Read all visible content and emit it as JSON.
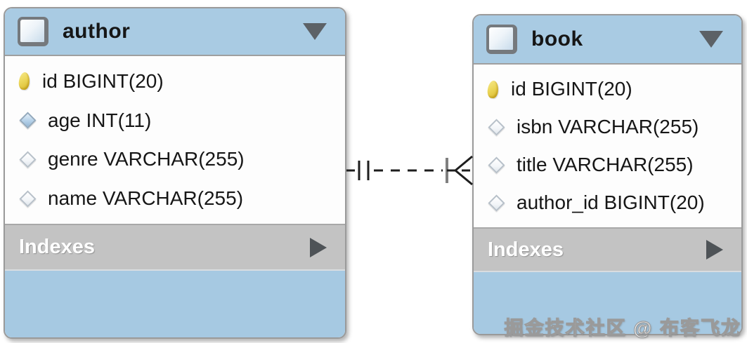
{
  "tables": [
    {
      "name": "author",
      "indexes_label": "Indexes",
      "columns": [
        {
          "icon": "key-icon",
          "text": "id BIGINT(20)"
        },
        {
          "icon": "diamond-filled-icon",
          "text": "age INT(11)"
        },
        {
          "icon": "diamond-hollow-icon",
          "text": "genre VARCHAR(255)"
        },
        {
          "icon": "diamond-hollow-icon",
          "text": "name VARCHAR(255)"
        }
      ]
    },
    {
      "name": "book",
      "indexes_label": "Indexes",
      "columns": [
        {
          "icon": "key-icon",
          "text": "id BIGINT(20)"
        },
        {
          "icon": "diamond-hollow-icon",
          "text": "isbn VARCHAR(255)"
        },
        {
          "icon": "diamond-hollow-icon",
          "text": "title VARCHAR(255)"
        },
        {
          "icon": "diamond-hollow-icon",
          "text": "author_id BIGINT(20)"
        }
      ]
    }
  ],
  "relationship": {
    "type": "one-to-many",
    "from_table": "author",
    "to_table": "book",
    "line_style": "dashed",
    "from_cardinality": "one",
    "to_cardinality": "many"
  },
  "watermark": "掘金技术社区 @ 布客飞龙",
  "colors": {
    "header_blue": "#a9cbe3",
    "footer_blue": "#a6c9e2",
    "indexes_gray": "#c3c3c3",
    "border_gray": "#9a9a9a",
    "key_yellow": "#e6cf43",
    "diamond_blue": "#b4d0e8",
    "text_black": "#161616"
  }
}
